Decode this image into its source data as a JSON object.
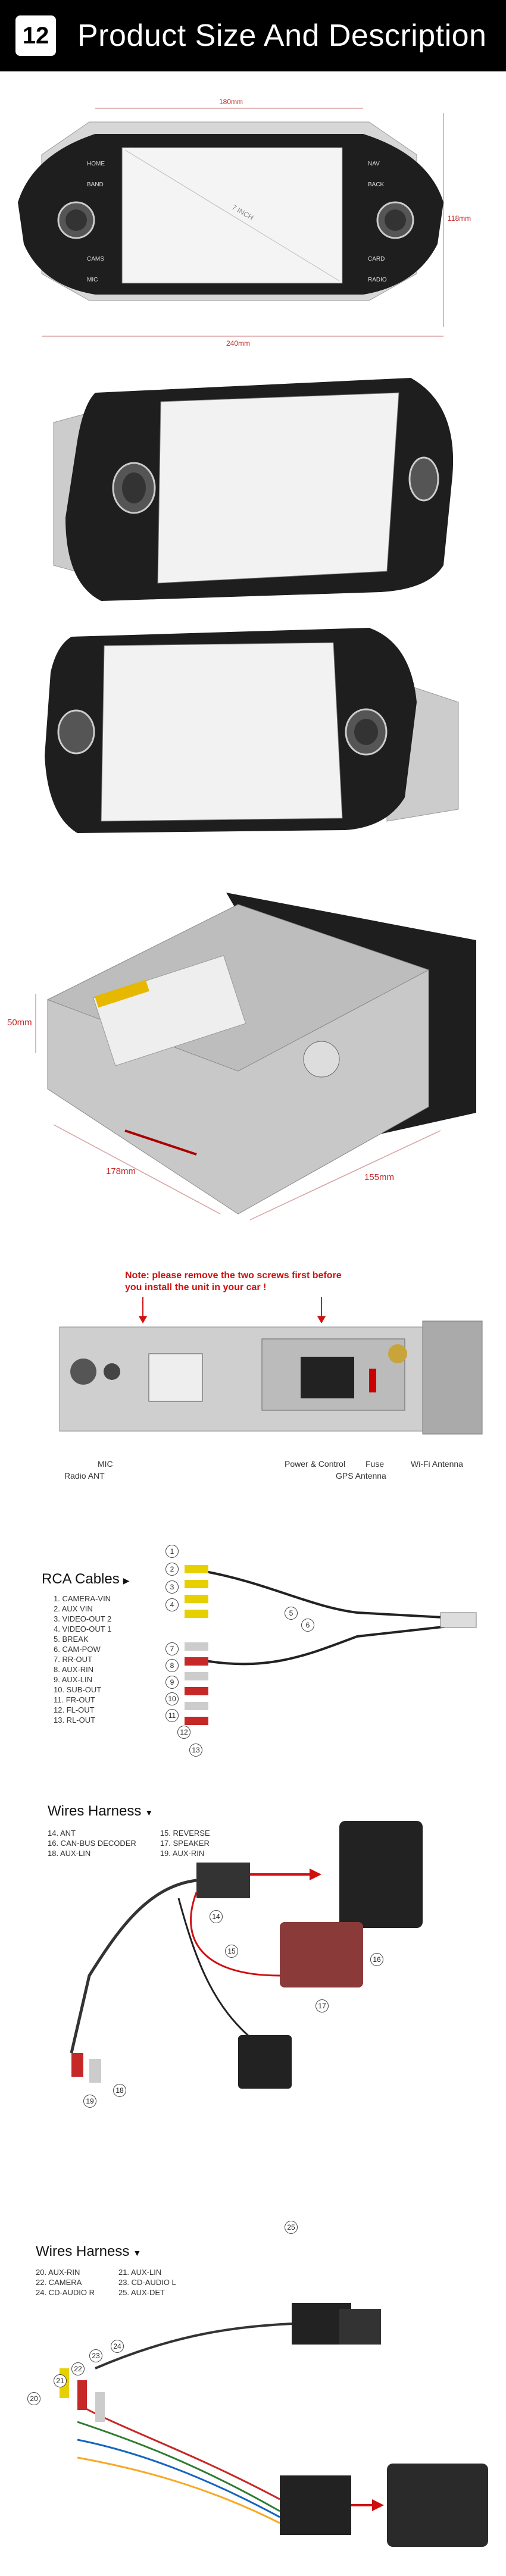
{
  "header": {
    "number": "12",
    "title": "Product Size And Description"
  },
  "dimensions_front": {
    "width_top": "180mm",
    "width_bottom": "240mm",
    "height": "118mm",
    "screen": "7 INCH"
  },
  "dimensions_back": {
    "depth": "178mm",
    "length": "155mm",
    "height": "50mm"
  },
  "buttons": [
    "HOME",
    "BAND",
    "CAMS",
    "MIC",
    "NAV",
    "BACK",
    "CARD",
    "RADIO"
  ],
  "rear": {
    "note_line1": "Note: please remove the two screws first before",
    "note_line2": "you install the unit in your car !",
    "labels": {
      "mic": "MIC",
      "radio_ant": "Radio ANT",
      "power": "Power & Control",
      "fuse": "Fuse",
      "gps": "GPS Antenna",
      "wifi": "Wi-Fi Antenna"
    }
  },
  "rca": {
    "title": "RCA Cables",
    "items": [
      "1. CAMERA-VIN",
      "2. AUX VIN",
      "3. VIDEO-OUT 2",
      "4. VIDEO-OUT 1",
      "5. BREAK",
      "6. CAM-POW",
      "7. RR-OUT",
      "8. AUX-RIN",
      "9. AUX-LIN",
      "10. SUB-OUT",
      "11. FR-OUT",
      "12. FL-OUT",
      "13. RL-OUT"
    ],
    "callouts": [
      "1",
      "2",
      "3",
      "4",
      "5",
      "6",
      "7",
      "8",
      "9",
      "10",
      "11",
      "12",
      "13"
    ]
  },
  "wires1": {
    "title": "Wires Harness",
    "col1": [
      "14. ANT",
      "16. CAN-BUS DECODER",
      "18. AUX-LIN"
    ],
    "col2": [
      "15. REVERSE",
      "17. SPEAKER",
      "19. AUX-RIN"
    ],
    "callouts": [
      "14",
      "15",
      "16",
      "17",
      "18",
      "19"
    ]
  },
  "wires2": {
    "title": "Wires Harness",
    "col1": [
      "20. AUX-RIN",
      "22. CAMERA",
      "24. CD-AUDIO R"
    ],
    "col2": [
      "21. AUX-LIN",
      "23. CD-AUDIO L",
      "25. AUX-DET"
    ],
    "callouts": [
      "20",
      "21",
      "22",
      "23",
      "24",
      "25"
    ]
  },
  "colors": {
    "header_bg": "#000000",
    "accent_red": "#d01010",
    "dim_red": "#c62828"
  }
}
